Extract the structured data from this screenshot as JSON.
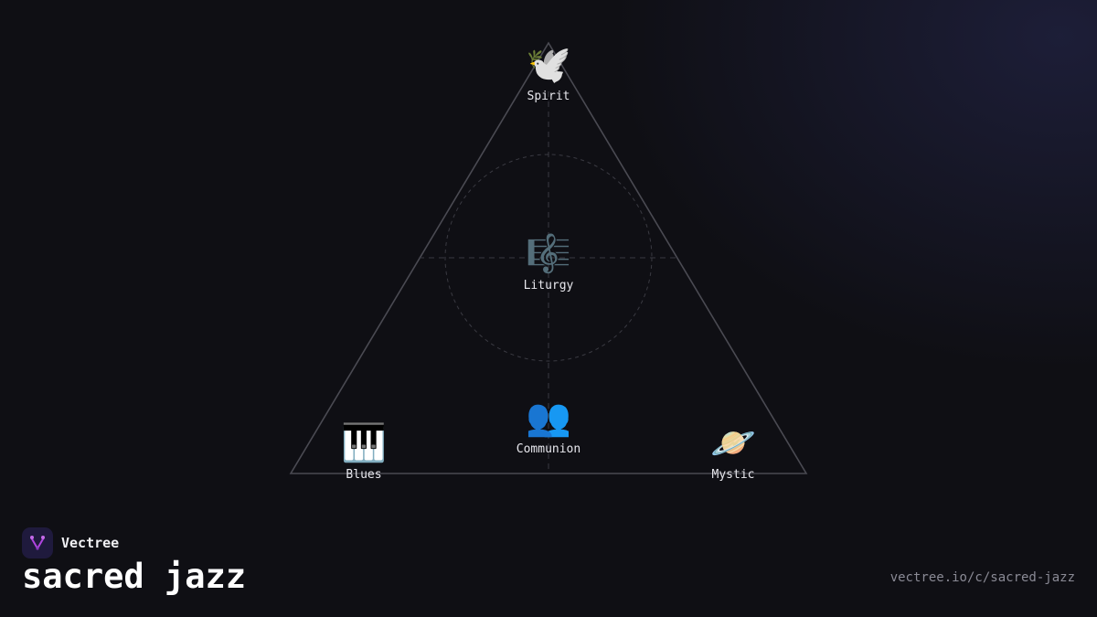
{
  "brand": {
    "name": "Vectree"
  },
  "title": "sacred jazz",
  "url": "vectree.io/c/sacred-jazz",
  "nodes": {
    "spirit": {
      "label": "Spirit",
      "icon": "dove-icon",
      "emoji": "🕊️"
    },
    "liturgy": {
      "label": "Liturgy",
      "icon": "musical-score-icon",
      "emoji": "🎼"
    },
    "communion": {
      "label": "Communion",
      "icon": "people-icon",
      "emoji": "👥"
    },
    "blues": {
      "label": "Blues",
      "icon": "piano-keys-icon",
      "emoji": "🎹"
    },
    "mystic": {
      "label": "Mystic",
      "icon": "ringed-planet-icon",
      "emoji": "🪐"
    }
  },
  "colors": {
    "background": "#0f0f14",
    "line": "#4a4a52",
    "logo_bg": "#1f1a3d",
    "logo_accent": "#b044e0"
  }
}
